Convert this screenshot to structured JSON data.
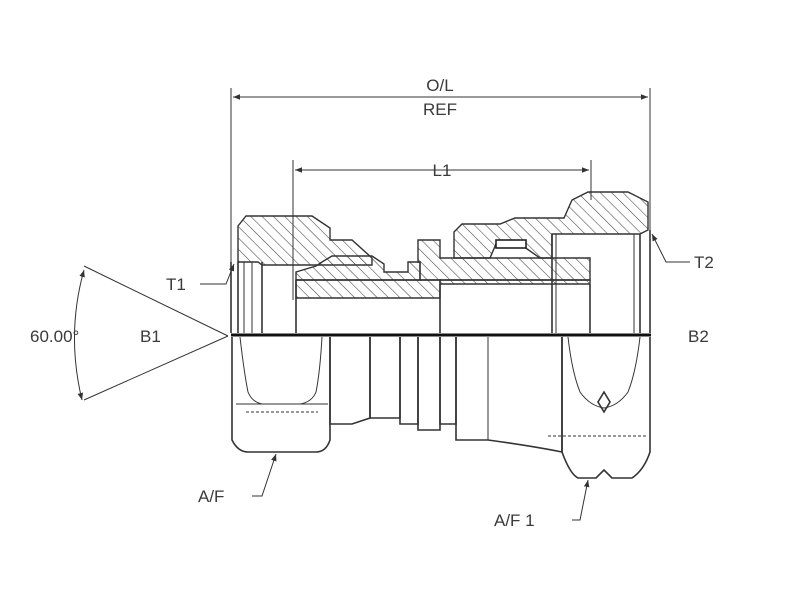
{
  "labels": {
    "overall_length": "O/L",
    "reference": "REF",
    "length_1": "L1",
    "thread_1": "T1",
    "thread_2": "T2",
    "bore_1": "B1",
    "bore_2": "B2",
    "angle": "60.00°",
    "across_flats": "A/F",
    "across_flats_1": "A/F 1"
  }
}
